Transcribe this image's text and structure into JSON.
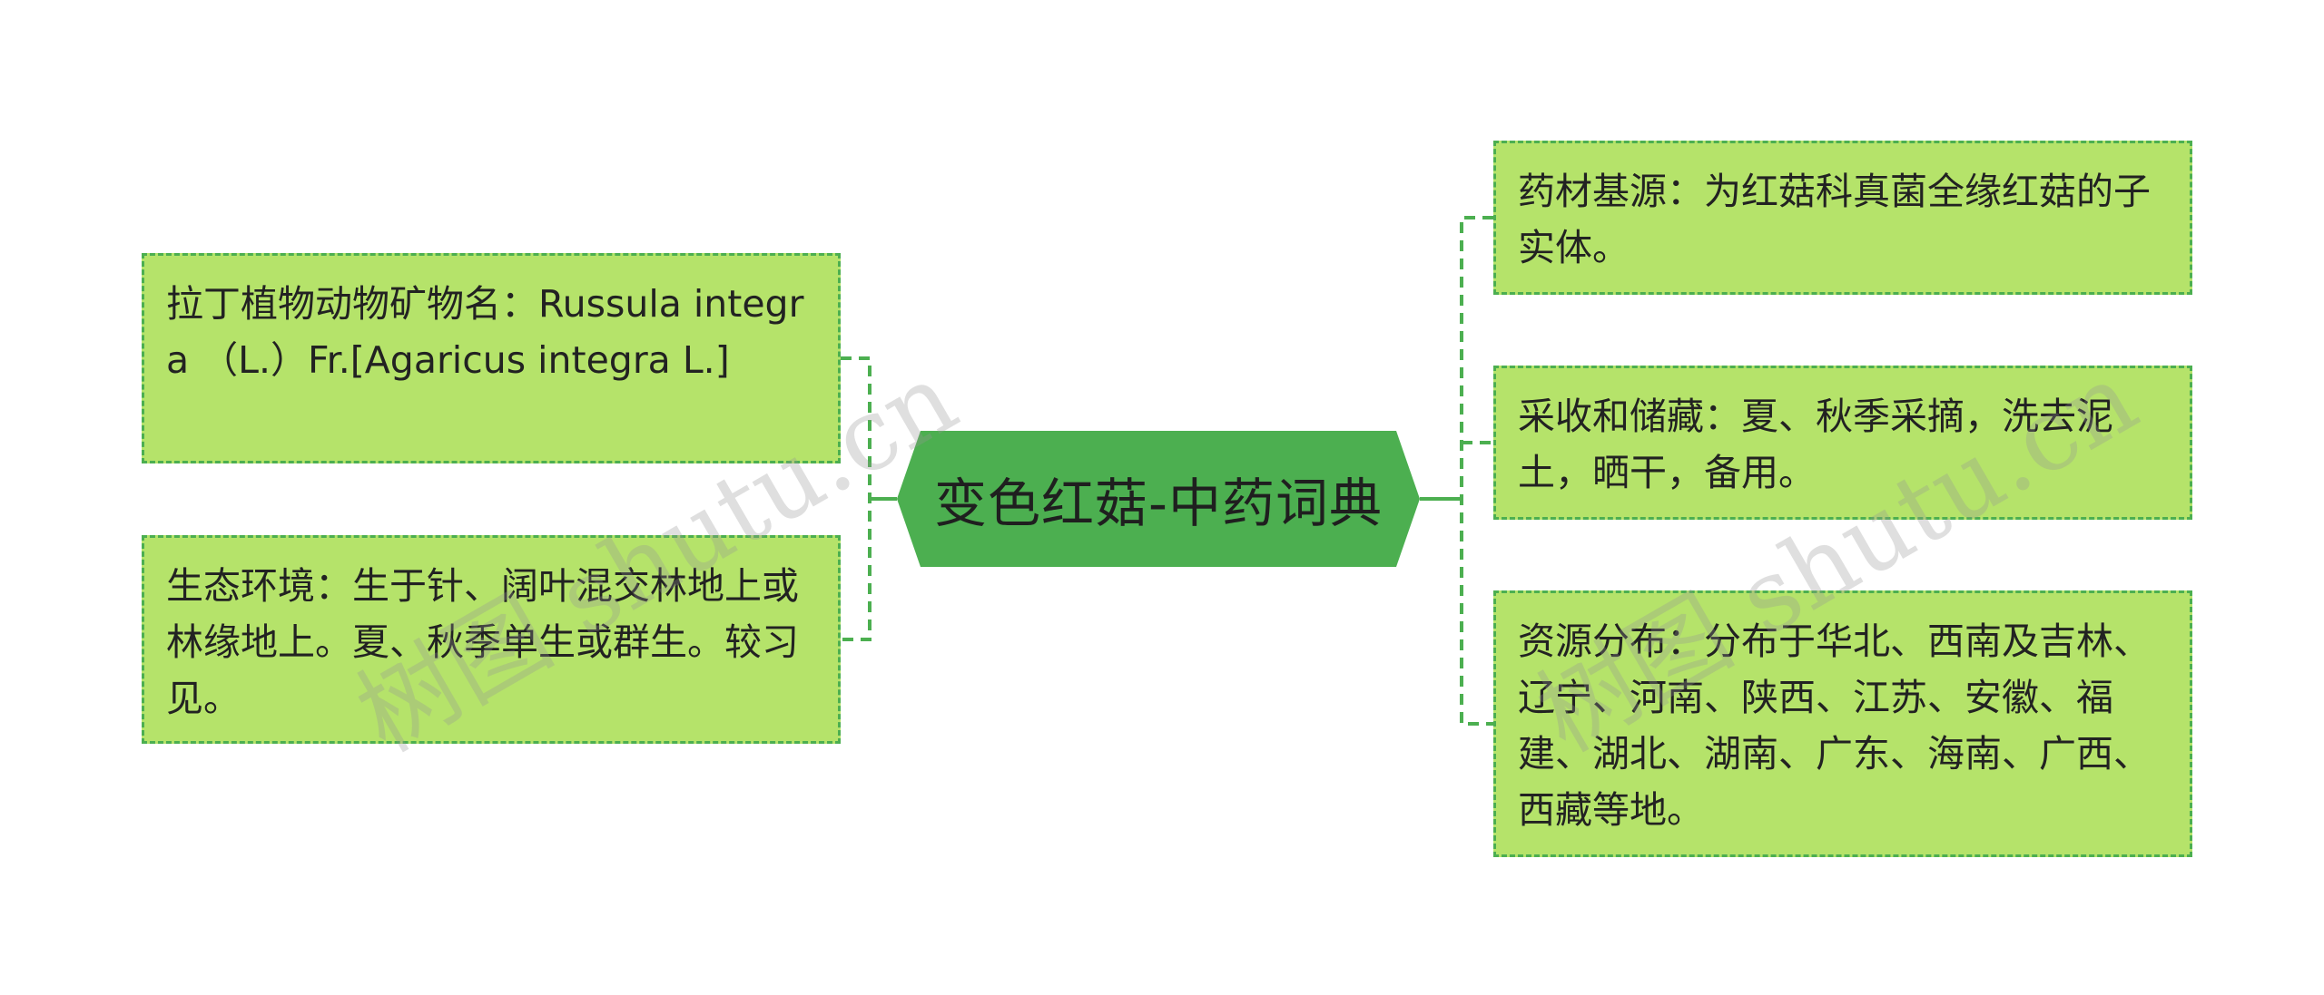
{
  "mindmap": {
    "center": {
      "title": "变色红菇-中药词典"
    },
    "left_branches": [
      {
        "text": "拉丁植物动物矿物名：Russula integra （L.）Fr.[Agaricus integra L.]"
      },
      {
        "text": "生态环境：生于针、阔叶混交林地上或林缘地上。夏、秋季单生或群生。较习见。"
      }
    ],
    "right_branches": [
      {
        "text": "药材基源：为红菇科真菌全缘红菇的子实体。"
      },
      {
        "text": "采收和储藏：夏、秋季采摘，洗去泥土，晒干，备用。"
      },
      {
        "text": "资源分布：分布于华北、西南及吉林、辽宁、河南、陕西、江苏、安徽、福建、湖北、湖南、广东、海南、广西、西藏等地。"
      }
    ]
  },
  "watermark": {
    "text": "树图 shutu.cn"
  },
  "colors": {
    "center_fill": "#4caf50",
    "node_fill": "#b5e36a",
    "node_border": "#4caf50",
    "connector": "#4caf50"
  }
}
